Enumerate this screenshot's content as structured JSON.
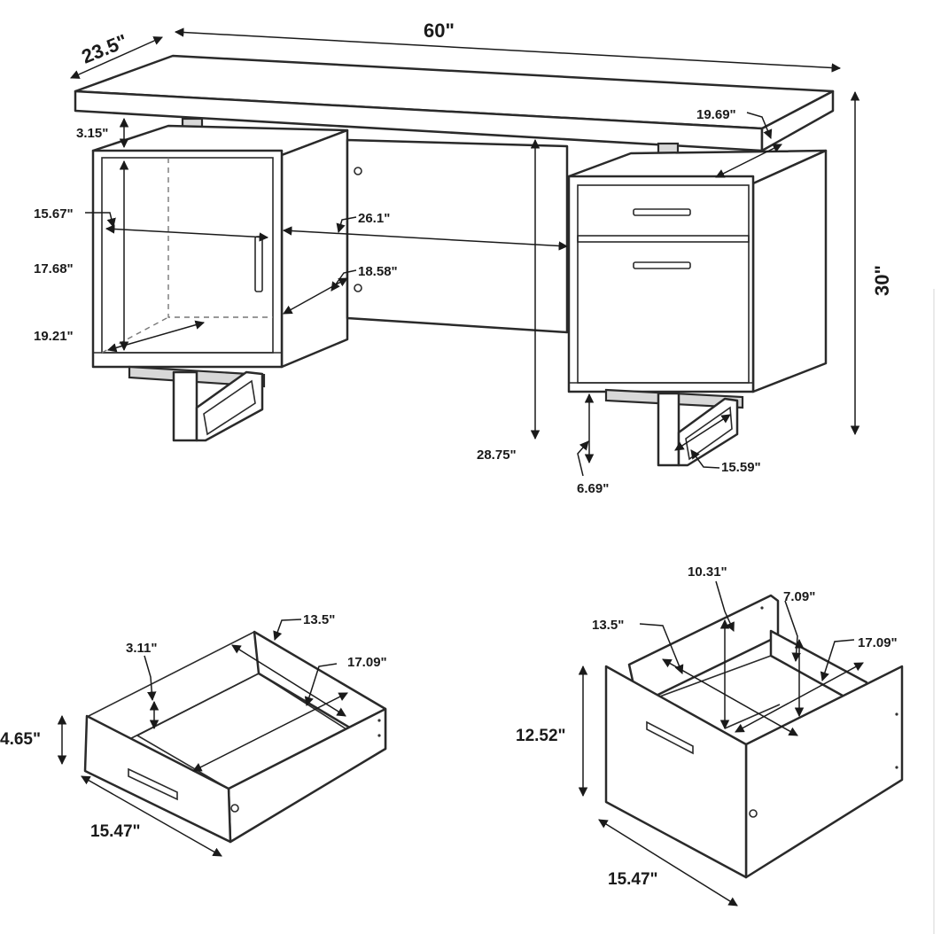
{
  "desk": {
    "width": "60\"",
    "depth": "23.5\"",
    "height": "30\"",
    "top_gap": "3.15\"",
    "top_depth": "19.69\"",
    "cab_shelf_w": "15.67\"",
    "cab_shelf_h": "17.68\"",
    "cab_shelf_d": "19.21\"",
    "knee_width": "26.1\"",
    "knee_depth": "18.58\"",
    "knee_height": "28.75\"",
    "leg_clearance": "6.69\"",
    "leg_depth": "15.59\""
  },
  "drawer_small": {
    "inner_depth_top": "13.5\"",
    "inner_height": "3.11\"",
    "inner_length": "17.09\"",
    "front_height": "4.65\"",
    "front_width": "15.47\""
  },
  "drawer_file": {
    "inner_depth": "13.5\"",
    "back_height": "10.31\"",
    "side_height": "7.09\"",
    "inner_length": "17.09\"",
    "front_height": "12.52\"",
    "front_width": "15.47\""
  }
}
